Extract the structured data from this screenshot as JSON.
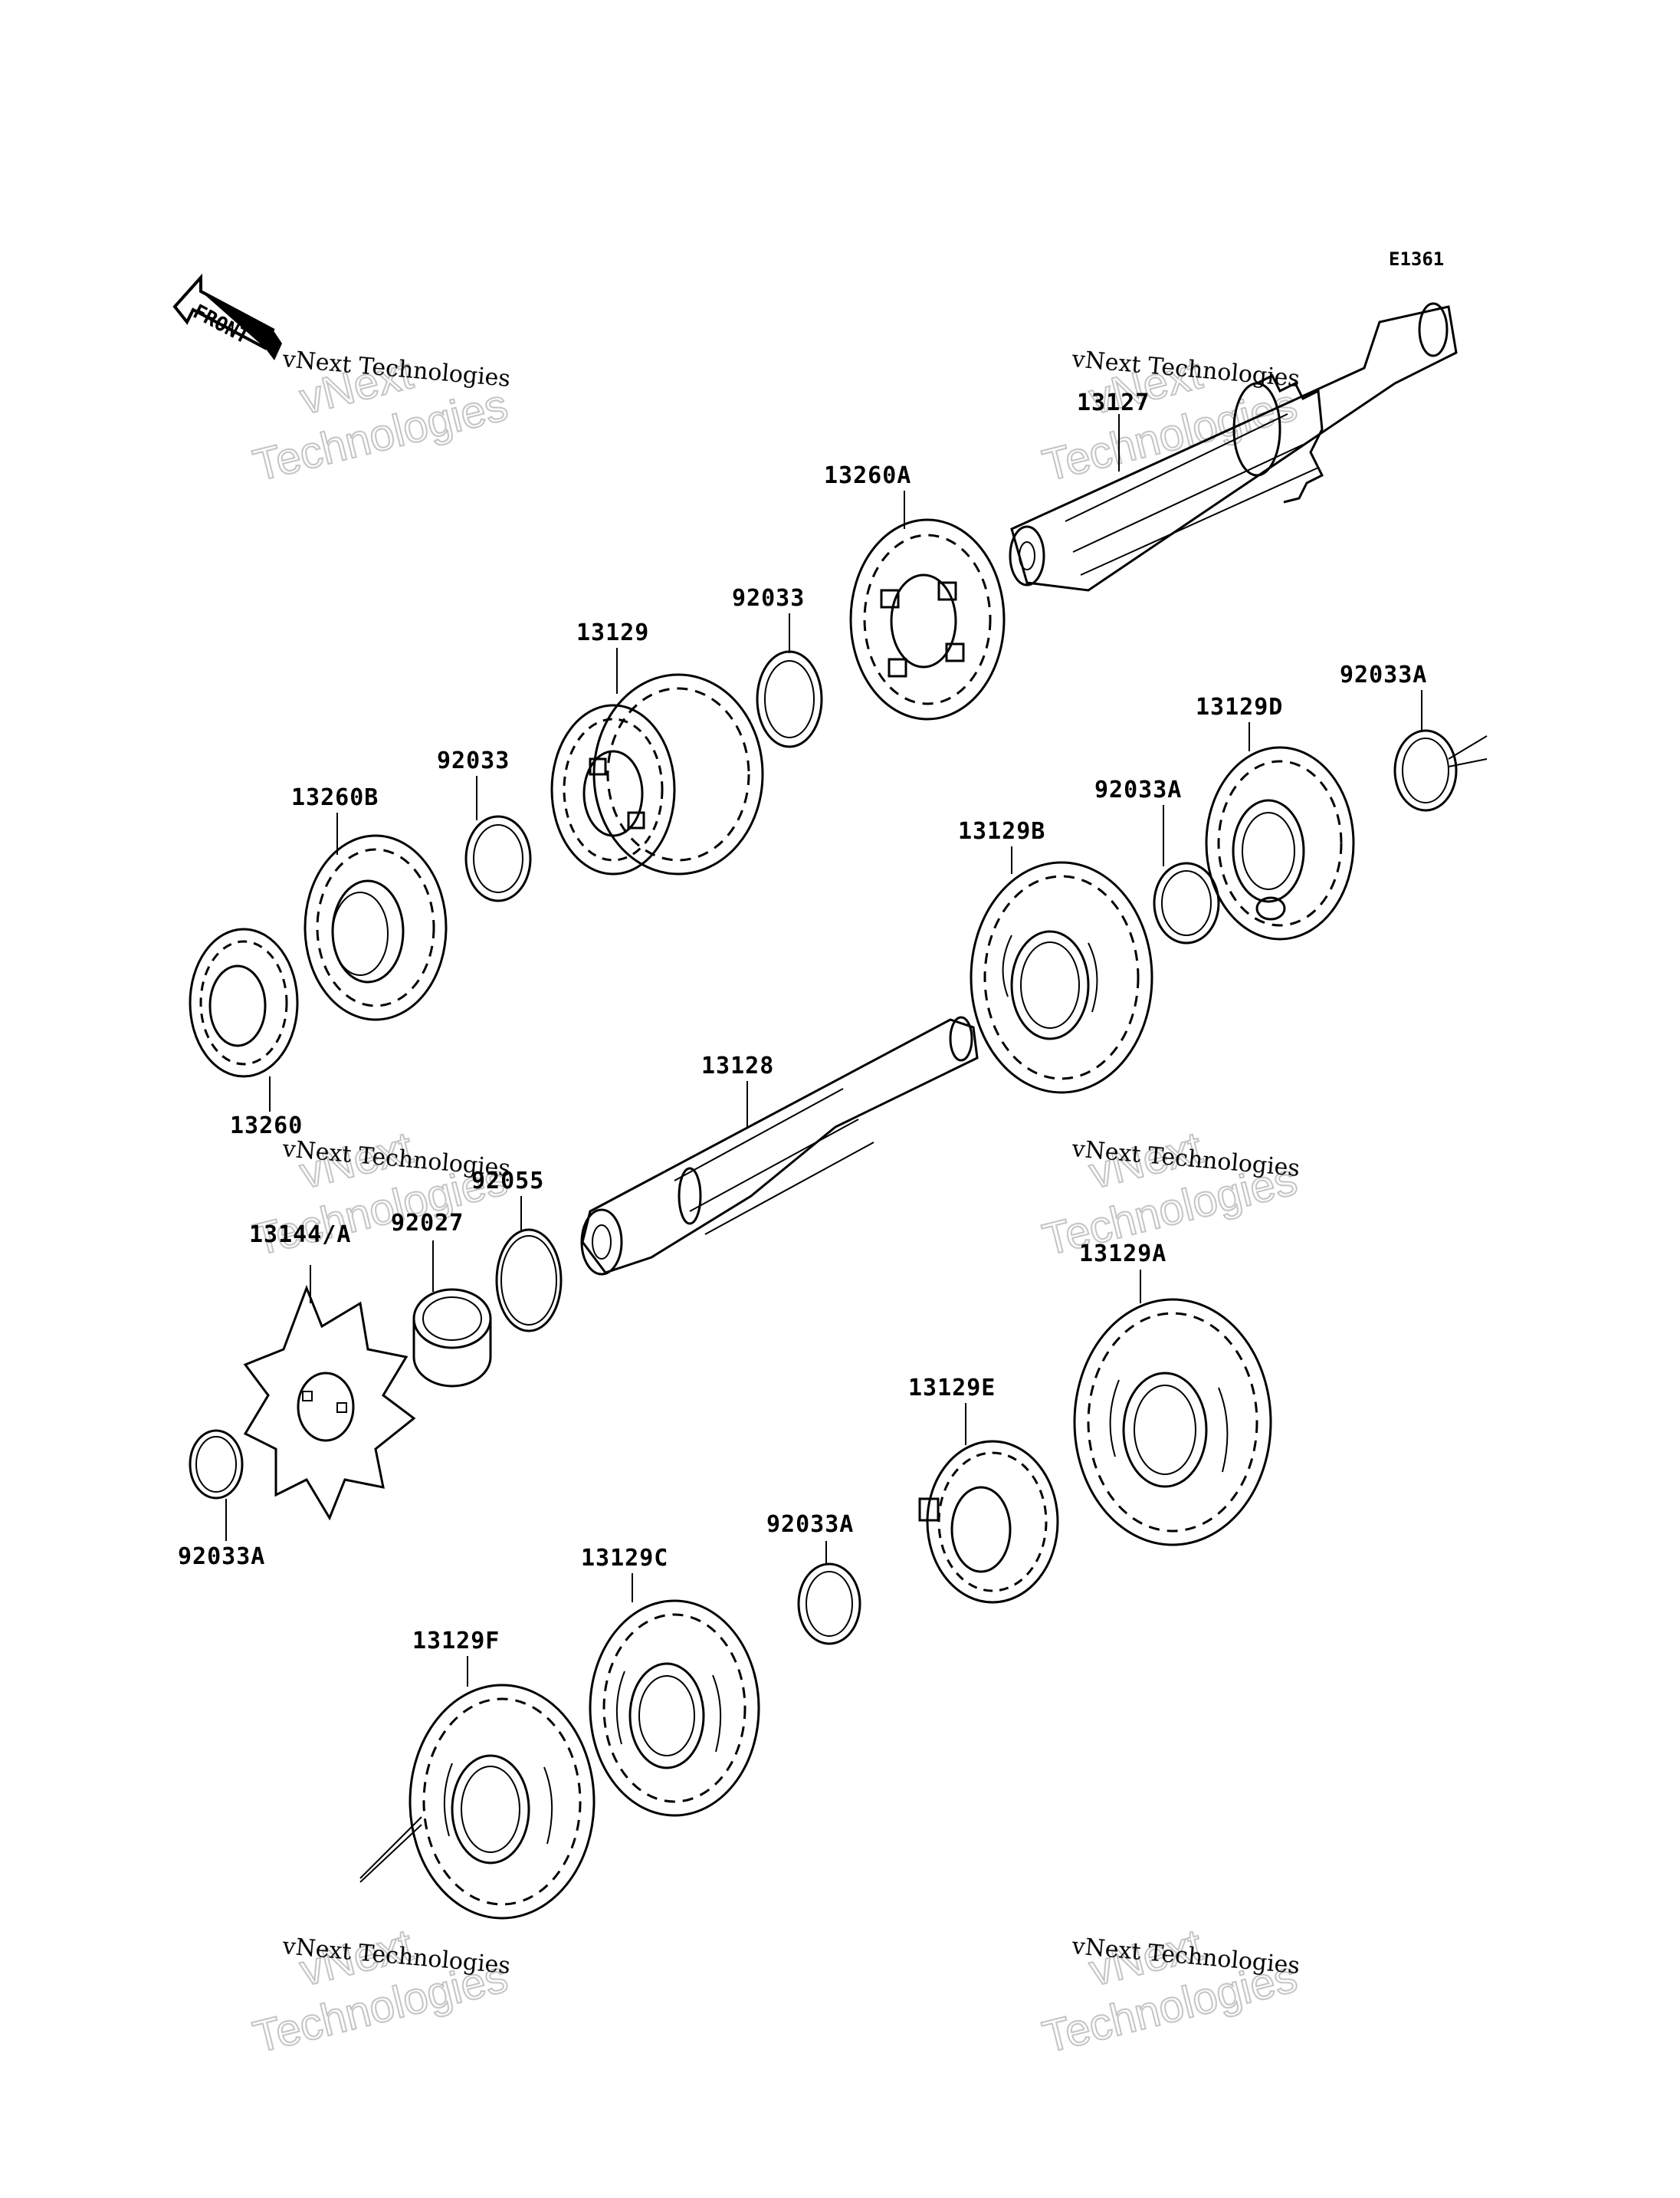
{
  "diagram": {
    "ref_code": "E1361",
    "front_label": "FRONT",
    "watermark": {
      "company": "vNext Technologies",
      "line1": "vNext",
      "line2": "Technologies"
    },
    "parts": [
      {
        "id": "13127",
        "label": "13127"
      },
      {
        "id": "13260A",
        "label": "13260A"
      },
      {
        "id": "92033-top",
        "label": "92033"
      },
      {
        "id": "13129",
        "label": "13129"
      },
      {
        "id": "92033-left",
        "label": "92033"
      },
      {
        "id": "13260B",
        "label": "13260B"
      },
      {
        "id": "13260",
        "label": "13260"
      },
      {
        "id": "92033A-top-right",
        "label": "92033A"
      },
      {
        "id": "13129D",
        "label": "13129D"
      },
      {
        "id": "92033A-mid",
        "label": "92033A"
      },
      {
        "id": "13129B",
        "label": "13129B"
      },
      {
        "id": "13128",
        "label": "13128"
      },
      {
        "id": "92055",
        "label": "92055"
      },
      {
        "id": "92027",
        "label": "92027"
      },
      {
        "id": "13144A",
        "label": "13144/A"
      },
      {
        "id": "92033A-left",
        "label": "92033A"
      },
      {
        "id": "13129A",
        "label": "13129A"
      },
      {
        "id": "13129E",
        "label": "13129E"
      },
      {
        "id": "92033A-bottom",
        "label": "92033A"
      },
      {
        "id": "13129C",
        "label": "13129C"
      },
      {
        "id": "13129F",
        "label": "13129F"
      }
    ]
  }
}
